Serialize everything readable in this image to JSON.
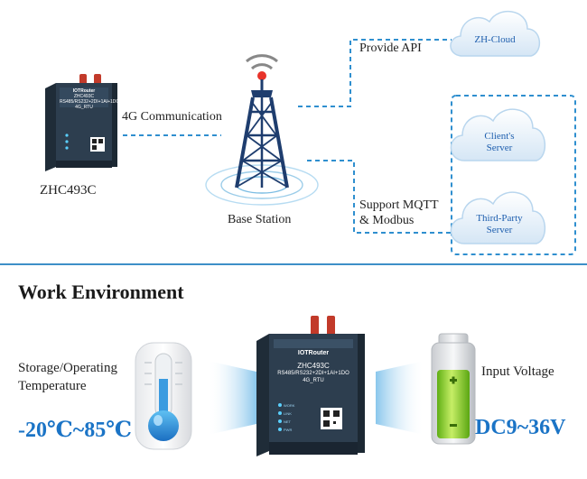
{
  "top": {
    "device_label": "ZHC493C",
    "comm_label": "4G Communication",
    "base_station_label": "Base Station",
    "provide_api_label": "Provide API",
    "support_label_line1": "Support MQTT",
    "support_label_line2": "& Modbus",
    "clouds": {
      "zh_cloud": "ZH-Cloud",
      "client_line1": "Client's",
      "client_line2": "Server",
      "third_line1": "Third-Party",
      "third_line2": "Server"
    },
    "device_screen": {
      "brand": "IOTRouter",
      "model": "ZHC493C",
      "spec": "RS485/RS232+2DI+1AI+1DO",
      "sub": "4G_RTU"
    }
  },
  "bottom": {
    "section_title": "Work Environment",
    "temperature_line1": "Storage/Operating",
    "temperature_line2": "Temperature",
    "temperature_range": "-20℃~85℃",
    "voltage_label": "Input Voltage",
    "voltage_range": "DC9~36V",
    "device_screen": {
      "brand": "IOTRouter",
      "model": "ZHC493C",
      "spec": "RS485/RS232+2DI+1AI+1DO",
      "sub": "4G_RTU",
      "leds": [
        "WORK",
        "LINK",
        "NET",
        "PWR"
      ]
    }
  },
  "colors": {
    "accent_blue": "#1b74c6",
    "dash_blue": "#2f8fcf",
    "tower_blue": "#1e3d6e",
    "device_body": "#2d3e4f",
    "divider_blue": "#3d8fc8",
    "battery_green": "#7cc41e"
  }
}
